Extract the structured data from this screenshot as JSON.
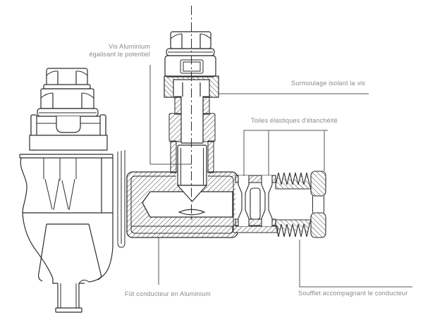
{
  "diagram": {
    "title": "technical-cross-section",
    "labels": {
      "vis_line1": "Vis Aluminium",
      "vis_line2": "égalisant le potentiel",
      "surmoulage": "Surmoulage isolant la vis",
      "toiles": "Toiles élastiques d'étanchéité",
      "fut": "Fût conducteur en Aluminium",
      "soufflet": "Soufflet accompagnant le conducteur"
    },
    "colors": {
      "ink": "#2a2c2e",
      "hatch": "#3c3e42",
      "leader_line": "#53565c",
      "label_text": "#85898f",
      "background": "#ffffff"
    }
  }
}
